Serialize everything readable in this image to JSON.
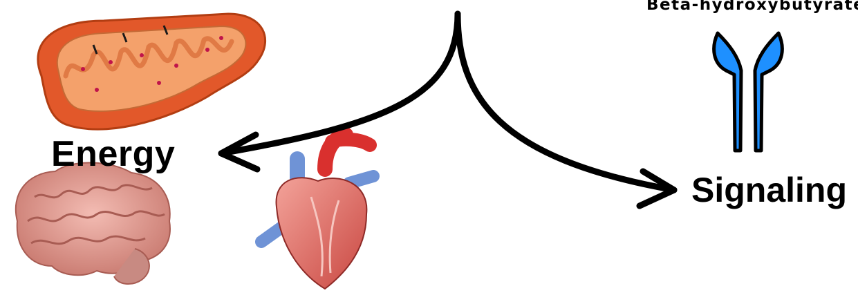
{
  "labels": {
    "top_molecule": "Beta-hydroxybutyrate",
    "energy": "Energy",
    "signaling": "Signaling"
  },
  "icons": {
    "mitochondrion": "mitochondrion-icon",
    "brain": "brain-icon",
    "heart": "heart-icon",
    "receptor": "receptor-icon"
  },
  "colors": {
    "arrow": "#000000",
    "receptor_fill": "#1e90ff",
    "mito_outer": "#e2582a",
    "mito_inner": "#f4a16b",
    "brain": "#e8a49b",
    "heart": "#d9534f"
  }
}
